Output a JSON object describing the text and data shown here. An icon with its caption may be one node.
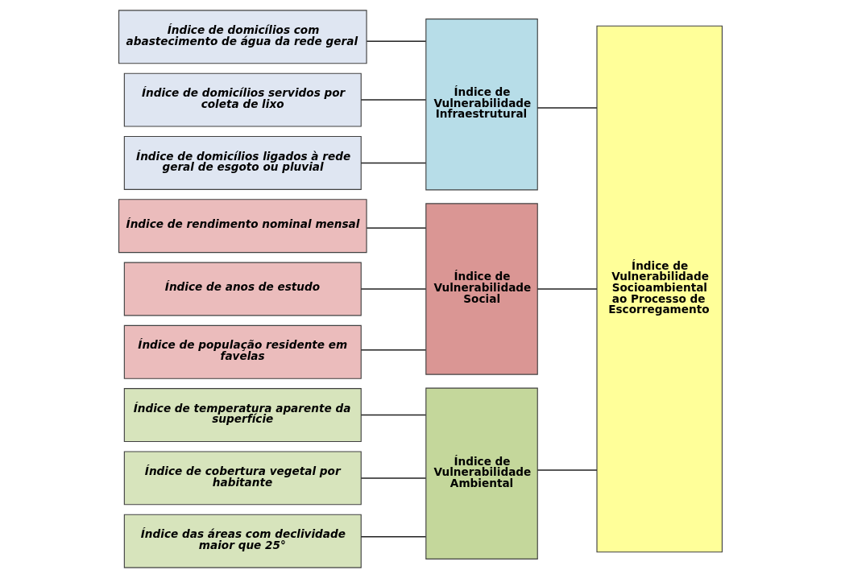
{
  "diagram": {
    "nodes": [
      {
        "text": [
          "Índice de domicílios com abastecimento de água da rede geral"
        ]
      },
      {
        "text": [
          "Índice de domicílios servidos por coleta de lixo"
        ]
      },
      {
        "text": [
          "Índice de domicílios ligados à rede geral de esgoto ou pluvial"
        ]
      },
      {
        "text": [
          "Índice de Vulnerabilidade Infraestrutural"
        ]
      },
      {
        "text": [
          "Índice de rendimento nominal mensal"
        ]
      },
      {
        "text": [
          "Índice de anos de estudo"
        ]
      },
      {
        "text": [
          "Índice de população residente em favelas"
        ]
      },
      {
        "text": [
          "Índice de Vulnerabilidade Social"
        ]
      },
      {
        "text": [
          "Índice de temperatura aparente da superfície"
        ]
      },
      {
        "text": [
          "Índice de cobertura vegetal por habitante"
        ]
      },
      {
        "text": [
          "Índice das áreas com declividade maior que 25°"
        ]
      },
      {
        "text": [
          "Índice de Vulnerabilidade Ambiental"
        ]
      },
      {
        "text": [
          "Índice de Vulnerabilidade Socioambiental ao Processo de Escorregamento"
        ]
      }
    ],
    "edges": [
      {
        "from": 0,
        "to": 3,
        "arrow": "none"
      },
      {
        "from": 1,
        "to": 3,
        "arrow": "none"
      },
      {
        "from": 2,
        "to": 3,
        "arrow": "none"
      },
      {
        "from": 4,
        "to": 7,
        "arrow": "none"
      },
      {
        "from": 5,
        "to": 7,
        "arrow": "none"
      },
      {
        "from": 6,
        "to": 7,
        "arrow": "none"
      },
      {
        "from": 8,
        "to": 11,
        "arrow": "none"
      },
      {
        "from": 9,
        "to": 11,
        "arrow": "none"
      },
      {
        "from": 10,
        "to": 11,
        "arrow": "none"
      },
      {
        "from": 3,
        "to": 12,
        "arrow": "none"
      },
      {
        "from": 7,
        "to": 12,
        "arrow": "none"
      },
      {
        "from": 11,
        "to": 12,
        "arrow": "none"
      }
    ]
  }
}
